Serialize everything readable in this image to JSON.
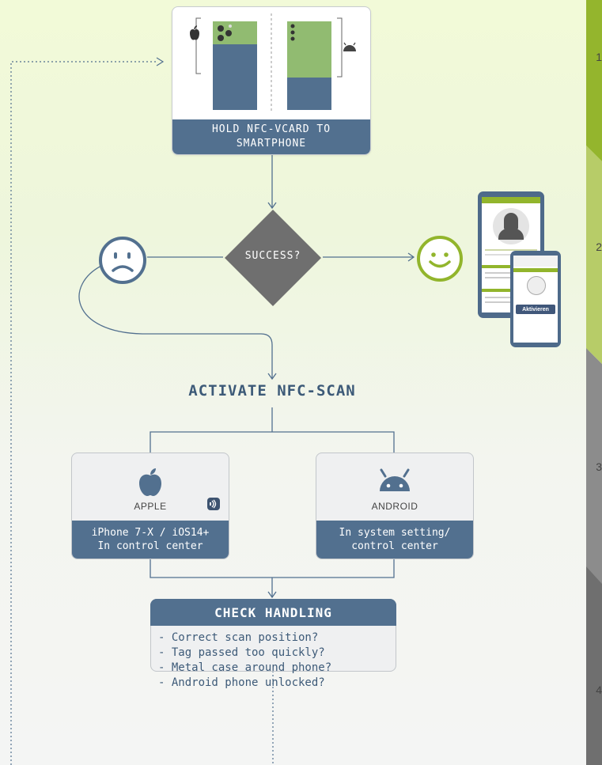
{
  "top_card": {
    "label_line1": "HOLD NFC-VCARD TO",
    "label_line2": "SMARTPHONE"
  },
  "decision": {
    "label": "SUCCESS?"
  },
  "section": {
    "heading": "ACTIVATE NFC-SCAN"
  },
  "apple_card": {
    "name": "APPLE",
    "note_line1": "iPhone 7-X / iOS14+",
    "note_line2": "In control center"
  },
  "android_card": {
    "name": "ANDROID",
    "note_line1": "In system setting/",
    "note_line2": "control center"
  },
  "check": {
    "title": "CHECK HANDLING",
    "items": [
      "- Correct scan position?",
      "- Tag passed too quickly?",
      "- Metal case around phone?",
      "- Android phone unlocked?"
    ]
  },
  "preview": {
    "button_label": "Aktivieren"
  },
  "sidebar": {
    "steps": [
      "1",
      "2",
      "3",
      "4"
    ]
  },
  "colors": {
    "accent_blue": "#52708f",
    "accent_green": "#92b52c",
    "decision_grey": "#6b6b6b"
  }
}
